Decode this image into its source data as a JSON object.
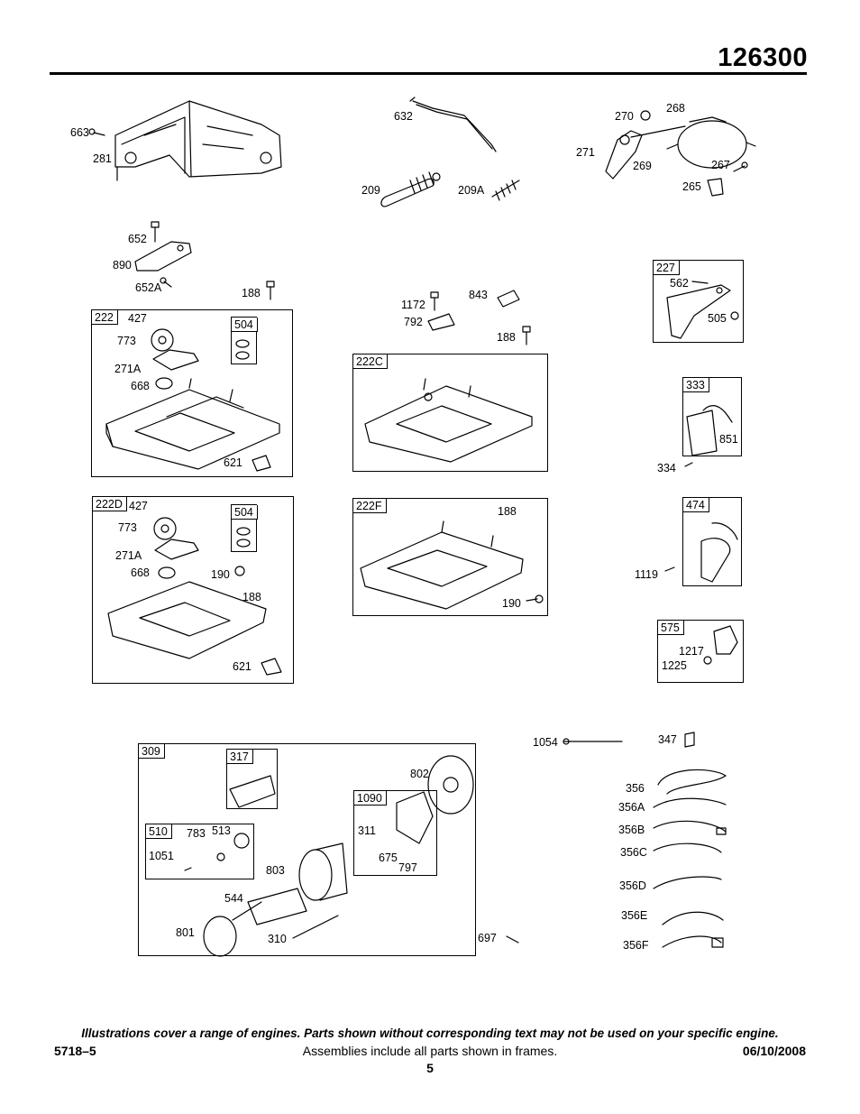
{
  "header": {
    "model": "126300"
  },
  "frames": [
    {
      "label": "222"
    },
    {
      "label": "504"
    },
    {
      "label": "222D"
    },
    {
      "label": "504"
    },
    {
      "label": "222C"
    },
    {
      "label": "222F"
    },
    {
      "label": "227"
    },
    {
      "label": "333"
    },
    {
      "label": "474"
    },
    {
      "label": "575"
    },
    {
      "label": "309"
    },
    {
      "label": "317"
    },
    {
      "label": "510"
    },
    {
      "label": "1090"
    }
  ],
  "parts": [
    "663",
    "281",
    "632",
    "209",
    "209A",
    "270",
    "268",
    "271",
    "269",
    "267",
    "265",
    "652",
    "890",
    "652A",
    "188",
    "1172",
    "843",
    "792",
    "188",
    "562",
    "505",
    "427",
    "773",
    "271A",
    "668",
    "621",
    "427",
    "773",
    "271A",
    "668",
    "190",
    "188",
    "621",
    "188",
    "190",
    "851",
    "334",
    "1119",
    "1217",
    "1225",
    "1054",
    "347",
    "802",
    "311",
    "675",
    "797",
    "783",
    "513",
    "1051",
    "803",
    "544",
    "801",
    "310",
    "697",
    "356",
    "356A",
    "356B",
    "356C",
    "356D",
    "356E",
    "356F"
  ],
  "footer": {
    "note": "Illustrations cover a range of engines. Parts shown without corresponding text may not be used on your specific engine.",
    "doc_number": "5718–5",
    "assemblies_note": "Assemblies include all parts shown in frames.",
    "date": "06/10/2008",
    "page": "5"
  }
}
